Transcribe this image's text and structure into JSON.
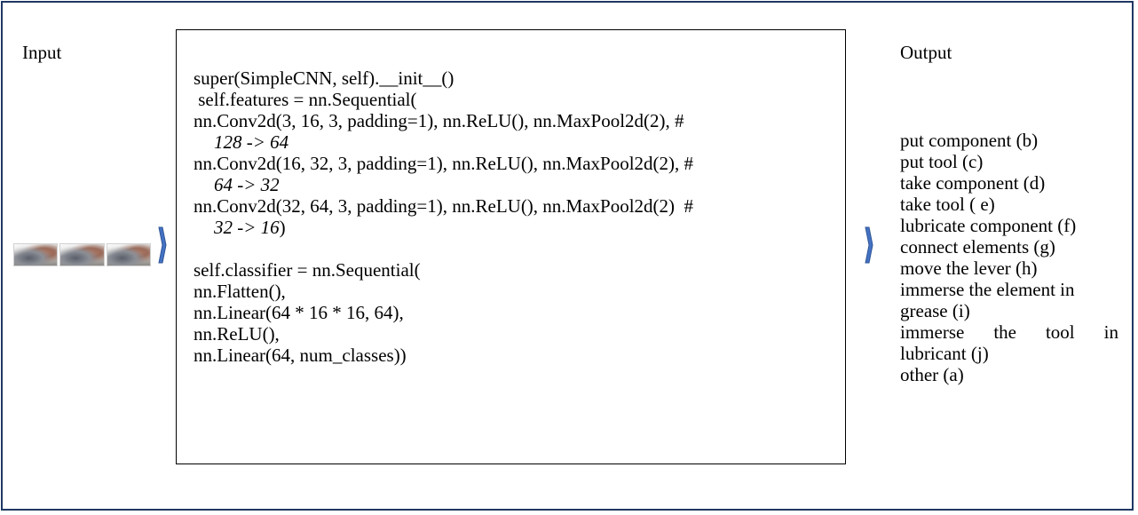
{
  "input_label": "Input",
  "output_label": "Output",
  "code": {
    "line1": "super(SimpleCNN, self).__init__()",
    "line2": " self.features = nn.Sequential(",
    "line3": "nn.Conv2d(3, 16, 3, padding=1), nn.ReLU(), nn.MaxPool2d(2), #",
    "line3_comment": "128 -> 64",
    "line4": "nn.Conv2d(16, 32, 3, padding=1), nn.ReLU(), nn.MaxPool2d(2), #",
    "line4_comment": "64 -> 32",
    "line5": "nn.Conv2d(32, 64, 3, padding=1), nn.ReLU(), nn.MaxPool2d(2)  #",
    "line5_comment": "32 -> 16",
    "line5_close": ")",
    "line6": "self.classifier = nn.Sequential(",
    "line7": "nn.Flatten(),",
    "line8": "nn.Linear(64 * 16 * 16, 64),",
    "line9": "nn.ReLU(),",
    "line10": "nn.Linear(64, num_classes))"
  },
  "outputs": [
    "put component (b)",
    "put tool (c)",
    "take component (d)",
    "take tool ( e)",
    "lubricate component (f)",
    "connect elements (g)",
    "move the lever (h)",
    "immerse the element in",
    "grease (i)",
    "immerse the tool in",
    "lubricant (j)",
    "other (a)"
  ],
  "colors": {
    "frame_border": "#1f3864",
    "arrow_fill": "#4472c4",
    "arrow_stroke": "#2f5597"
  },
  "icons": {
    "arrow": "chevron-arrow-right-icon",
    "thumbnails": "video-frame-thumbnail-icon"
  }
}
